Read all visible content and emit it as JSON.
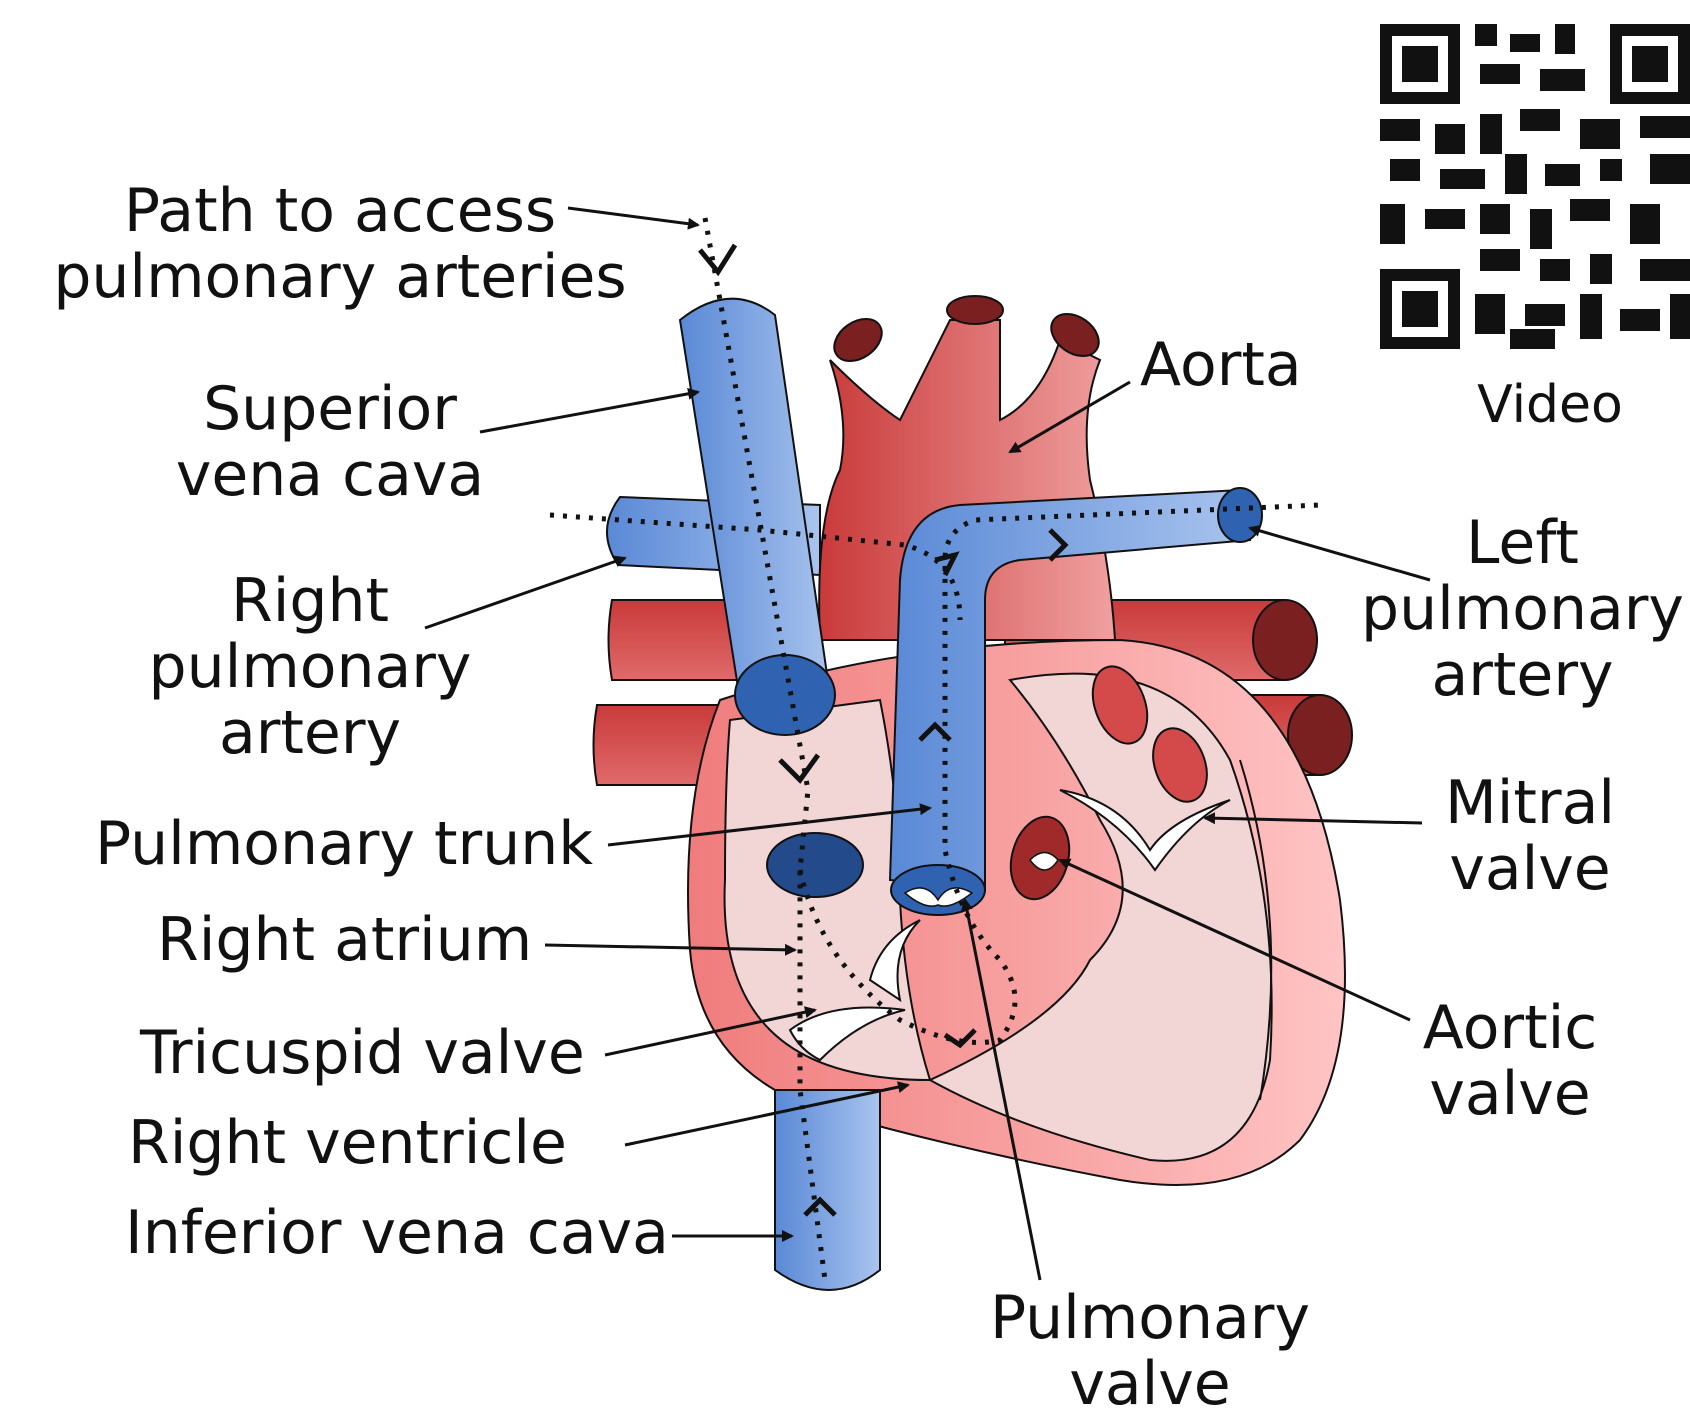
{
  "labels": {
    "path_access": "Path to access\npulmonary arteries",
    "superior_vena_cava": "Superior\nvena cava",
    "right_pulmonary_artery": "Right\npulmonary\nartery",
    "pulmonary_trunk": "Pulmonary trunk",
    "right_atrium": "Right atrium",
    "tricuspid_valve": "Tricuspid valve",
    "right_ventricle": "Right ventricle",
    "inferior_vena_cava": "Inferior vena cava",
    "aorta": "Aorta",
    "left_pulmonary_artery": "Left\npulmonary\nartery",
    "mitral_valve": "Mitral\nvalve",
    "aortic_valve": "Aortic\nvalve",
    "pulmonary_valve": "Pulmonary\nvalve",
    "video": "Video"
  },
  "colors": {
    "venous_blue": "#6a96dc",
    "arterial_red": "#d44a4a",
    "heart_wall": "#f49a9a",
    "chamber_fill": "#f2d6d6",
    "line": "#111111"
  }
}
